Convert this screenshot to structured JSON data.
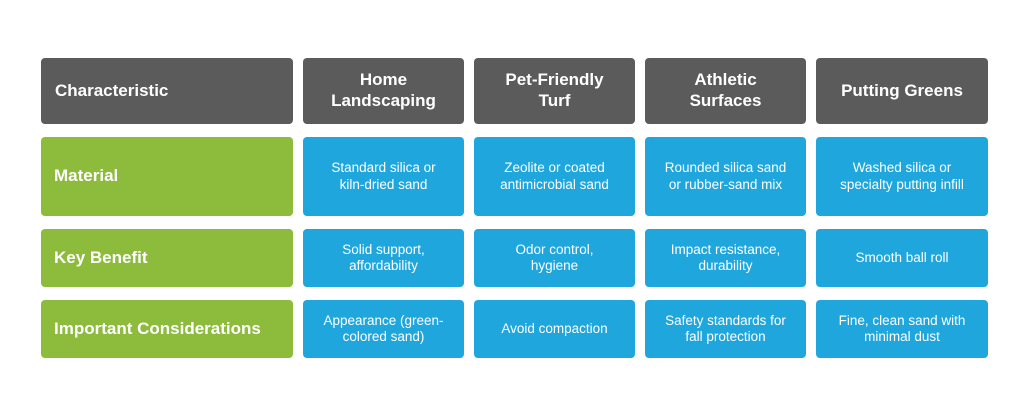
{
  "table": {
    "headers": [
      "Characteristic",
      "Home Landscaping",
      "Pet-Friendly Turf",
      "Athletic Surfaces",
      "Putting Greens"
    ],
    "rows": [
      {
        "label": "Material",
        "values": [
          "Standard silica or kiln-dried sand",
          "Zeolite or coated antimicrobial sand",
          "Rounded silica sand or rubber-sand mix",
          "Washed silica or specialty putting infill"
        ]
      },
      {
        "label": "Key Benefit",
        "values": [
          "Solid support, affordability",
          "Odor control, hygiene",
          "Impact resistance, durability",
          "Smooth ball roll"
        ]
      },
      {
        "label": "Important Considerations",
        "values": [
          "Appearance (green-colored sand)",
          "Avoid compaction",
          "Safety standards for fall protection",
          "Fine, clean sand with minimal dust"
        ]
      }
    ]
  },
  "colors": {
    "header_bg": "#5b5b5b",
    "label_bg": "#8dbb3c",
    "value_bg": "#1ea6dd",
    "text": "#ffffff"
  }
}
